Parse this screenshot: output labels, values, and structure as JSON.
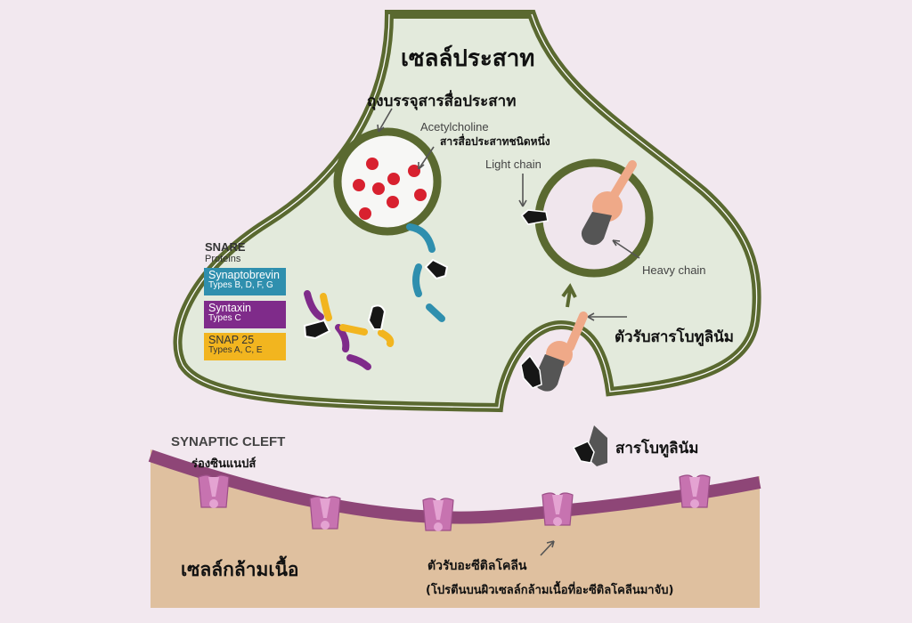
{
  "labels": {
    "neuron_cell": "เซลล์ประสาท",
    "vesicle": "ถุงบรรจุสารสื่อประสาท",
    "acetylcholine_en": "Acetylcholine",
    "acetylcholine_th": "สารสื่อประสาทชนิดหนึ่ง",
    "light_chain": "Light chain",
    "heavy_chain": "Heavy chain",
    "botulinum_receptor": "ตัวรับสารโบทูลินัม",
    "botulinum_toxin": "สารโบทูลินัม",
    "synaptic_cleft_en": "SYNAPTIC CLEFT",
    "synaptic_cleft_th": "ร่องซินแนปส์",
    "muscle_cell": "เซลล์กล้ามเนื้อ",
    "ach_receptor": "ตัวรับอะซีติลโคลีน",
    "ach_receptor_desc": "(โปรตีนบนผิวเซลล์กล้ามเนื้อที่อะซีติลโคลีนมาจับ)"
  },
  "snare": {
    "title": "SNARE",
    "subtitle": "Proteins",
    "items": [
      {
        "name": "Synaptobrevin",
        "types": "Types B, D, F, G",
        "color": "#2f8fae",
        "text_color": "#ffffff"
      },
      {
        "name": "Syntaxin",
        "types": "Types C",
        "color": "#7f2b8a",
        "text_color": "#ffffff"
      },
      {
        "name": "SNAP 25",
        "types": "Types A, C, E",
        "color": "#f2b51f",
        "text_color": "#333333"
      }
    ]
  },
  "colors": {
    "background": "#f2e8ef",
    "neuron_fill": "#e3eadc",
    "membrane": "#5a6930",
    "acetylcholine": "#d8212f",
    "muscle": "#dfc09f",
    "muscle_membrane": "#8e4677",
    "receptor": "#c773b0",
    "toxin_light": "#161616",
    "toxin_heavy": "#555555",
    "toxin_binding": "#efa988"
  }
}
